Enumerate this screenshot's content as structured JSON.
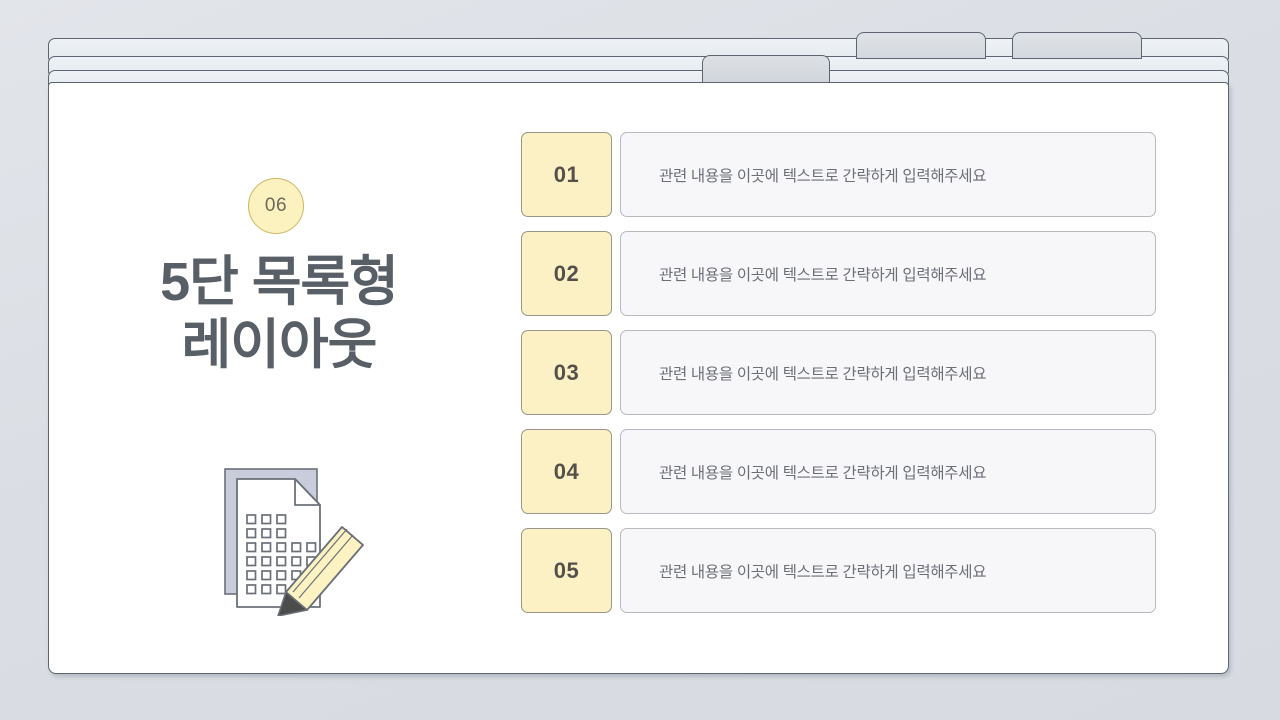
{
  "window": {
    "tabs": [
      {
        "name": "active-tab",
        "label": ""
      },
      {
        "name": "tab-2",
        "label": ""
      },
      {
        "name": "tab-3",
        "label": ""
      }
    ],
    "ribbon_strips": 3
  },
  "slide": {
    "badge_number": "06",
    "title": "5단 목록형\n레이아웃",
    "illustration": {
      "name": "document-with-pencil-illustration",
      "paper_color": "#ffffff",
      "paper_shadow_color": "#c9cddb",
      "outline_color": "#6b7078",
      "pencil_body_color": "#fdf3c2",
      "pencil_tip_color": "#4c4c4c"
    },
    "rows": [
      {
        "number": "01",
        "text": "관련 내용을 이곳에 텍스트로 간략하게 입력해주세요"
      },
      {
        "number": "02",
        "text": "관련 내용을 이곳에 텍스트로 간략하게 입력해주세요"
      },
      {
        "number": "03",
        "text": "관련 내용을 이곳에 텍스트로 간략하게 입력해주세요"
      },
      {
        "number": "04",
        "text": "관련 내용을 이곳에 텍스트로 간략하게 입력해주세요"
      },
      {
        "number": "05",
        "text": "관련 내용을 이곳에 텍스트로 간략하게 입력해주세요"
      }
    ]
  },
  "colors": {
    "accent_yellow": "#fcf1c4",
    "badge_yellow": "#fbf2c0",
    "badge_border": "#cdb763",
    "title_gray": "#595f66",
    "body_gray": "#6b6f76",
    "canvas_background": "#dce0e5",
    "row_box_background": "#f7f7f9"
  }
}
